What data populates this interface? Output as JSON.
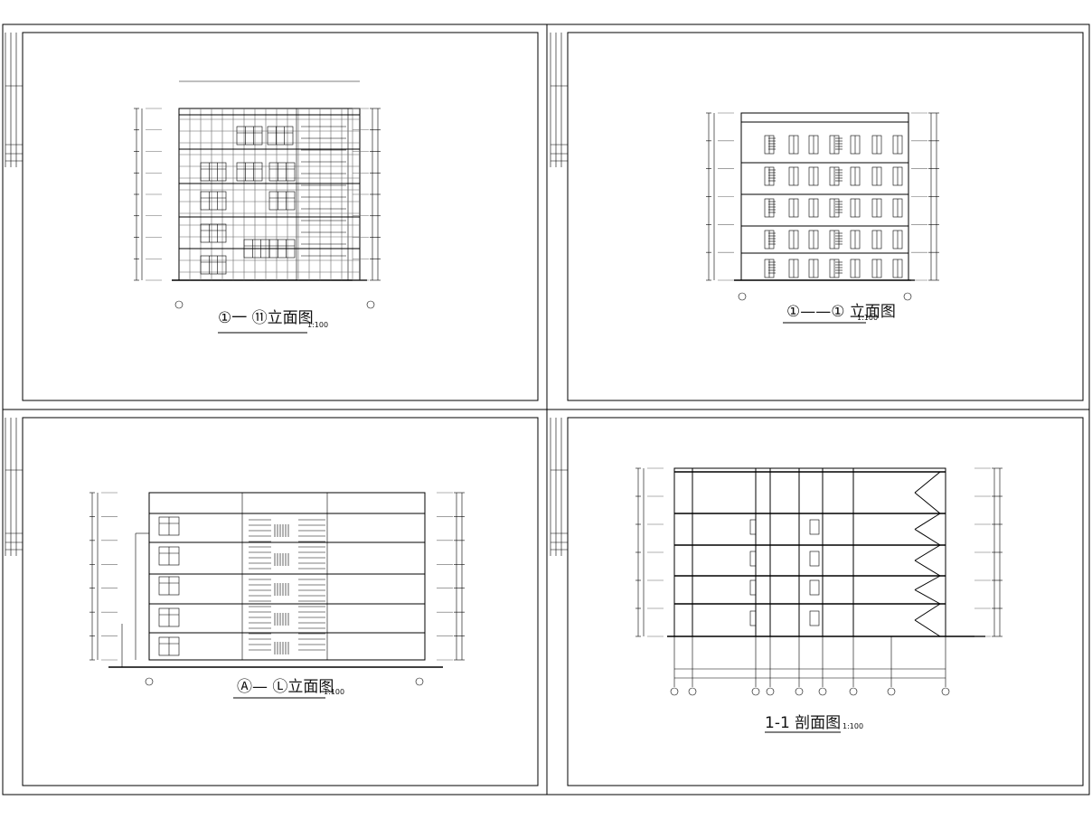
{
  "sheets": [
    {
      "id": "front-elevation",
      "title": "①一 ⑪立面图",
      "scale": "1:100"
    },
    {
      "id": "back-elevation",
      "title": "①——① 立面图",
      "scale": "1:100"
    },
    {
      "id": "side-elevation",
      "title": "Ⓐ— Ⓛ立面图",
      "scale": "1:100"
    },
    {
      "id": "section",
      "title": "1-1 剖面图",
      "scale": "1:100"
    }
  ]
}
